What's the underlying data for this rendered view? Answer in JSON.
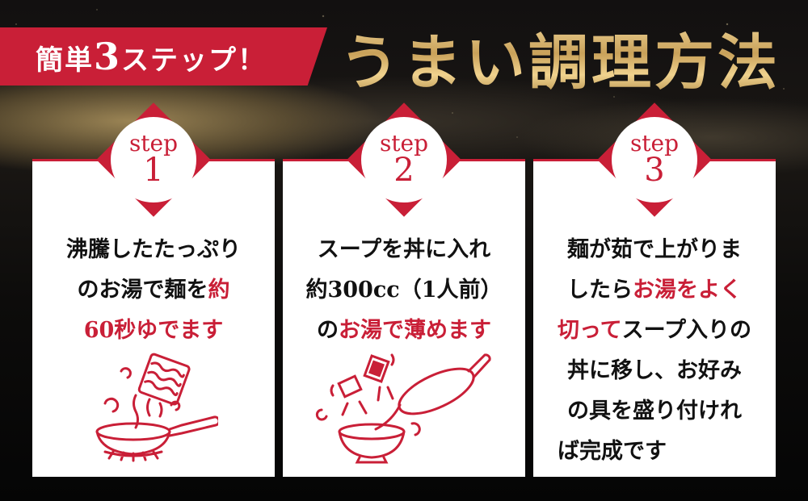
{
  "header": {
    "banner": {
      "prefix": "簡単",
      "number": "3",
      "suffix": "ステップ！"
    },
    "title": "うまい調理方法",
    "accent_color": "#c91f37",
    "title_color": "#d9b46a"
  },
  "steps": [
    {
      "step_label": "step",
      "number": "1",
      "lines": [
        [
          {
            "text": "沸騰したたっぷり",
            "highlight": false
          }
        ],
        [
          {
            "text": "のお湯で麺を",
            "highlight": false
          },
          {
            "text": "約",
            "highlight": true
          }
        ],
        [
          {
            "text": "60秒ゆでます",
            "highlight": true
          }
        ]
      ],
      "illustration": "pan-on-stove-with-noodles-icon"
    },
    {
      "step_label": "step",
      "number": "2",
      "lines": [
        [
          {
            "text": "スープを丼に入れ",
            "highlight": false
          }
        ],
        [
          {
            "text": "約300cc（1人前）",
            "highlight": false
          }
        ],
        [
          {
            "text": "の",
            "highlight": false
          },
          {
            "text": "お湯で薄めます",
            "highlight": true
          }
        ]
      ],
      "illustration": "pouring-soup-into-bowl-icon"
    },
    {
      "step_label": "step",
      "number": "3",
      "lines": [
        [
          {
            "text": "麺が茹で上がりま",
            "highlight": false
          }
        ],
        [
          {
            "text": "したら",
            "highlight": false
          },
          {
            "text": "お湯をよく",
            "highlight": true
          }
        ],
        [
          {
            "text": "切って",
            "highlight": true
          },
          {
            "text": "スープ入りの",
            "highlight": false
          }
        ],
        [
          {
            "text": "丼に移し、お好み",
            "highlight": false
          }
        ],
        [
          {
            "text": "の具を盛り付けれ",
            "highlight": false
          }
        ],
        [
          {
            "text": "ば完成です",
            "highlight": false
          }
        ]
      ]
    }
  ]
}
